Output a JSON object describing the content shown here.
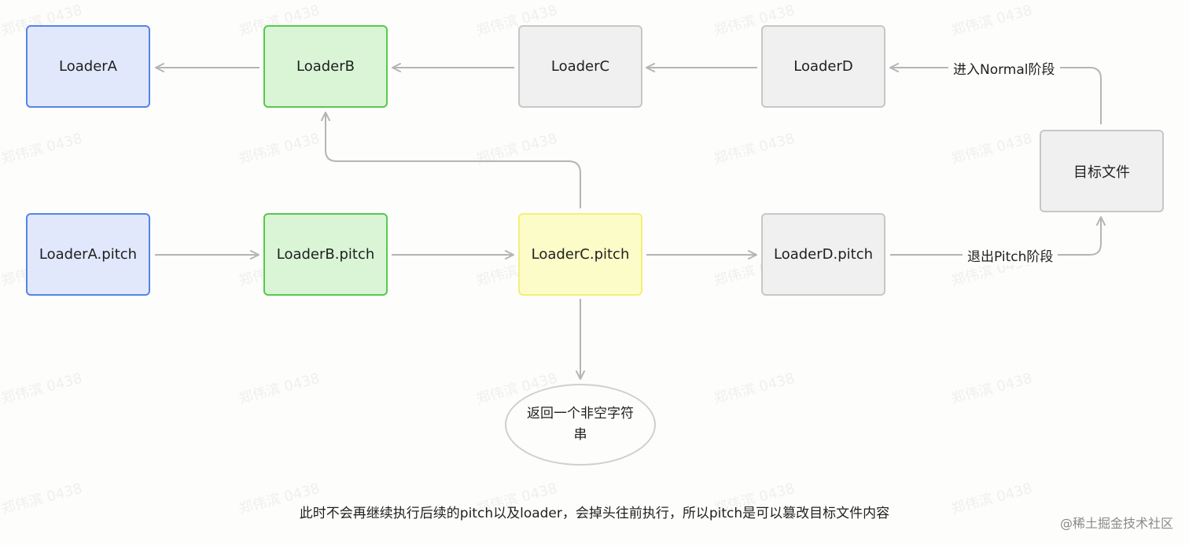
{
  "nodes": {
    "loaderA": "LoaderA",
    "loaderB": "LoaderB",
    "loaderC": "LoaderC",
    "loaderD": "LoaderD",
    "targetFile": "目标文件",
    "loaderAPitch": "LoaderA.pitch",
    "loaderBPitch": "LoaderB.pitch",
    "loaderCPitch": "LoaderC.pitch",
    "loaderDPitch": "LoaderD.pitch",
    "returnString": "返回一个非空字符串"
  },
  "edge_labels": {
    "enterNormal": "进入Normal阶段",
    "exitPitch": "退出Pitch阶段"
  },
  "caption": "此时不会再继续执行后续的pitch以及loader，会掉头往前执行，所以pitch是可以篡改目标文件内容",
  "credit": "@稀土掘金技术社区",
  "watermark": "郑伟滨 0438",
  "colors": {
    "blue_fill": "#e1e8fb",
    "blue_border": "#5684e6",
    "green_fill": "#d9f5d6",
    "green_border": "#59c84e",
    "yellow_fill": "#fcfcc8",
    "yellow_border": "#f3ef7a",
    "gray_fill": "#f0f0f1",
    "gray_border": "#c7c7c7",
    "arrow": "#b5b5b5"
  }
}
